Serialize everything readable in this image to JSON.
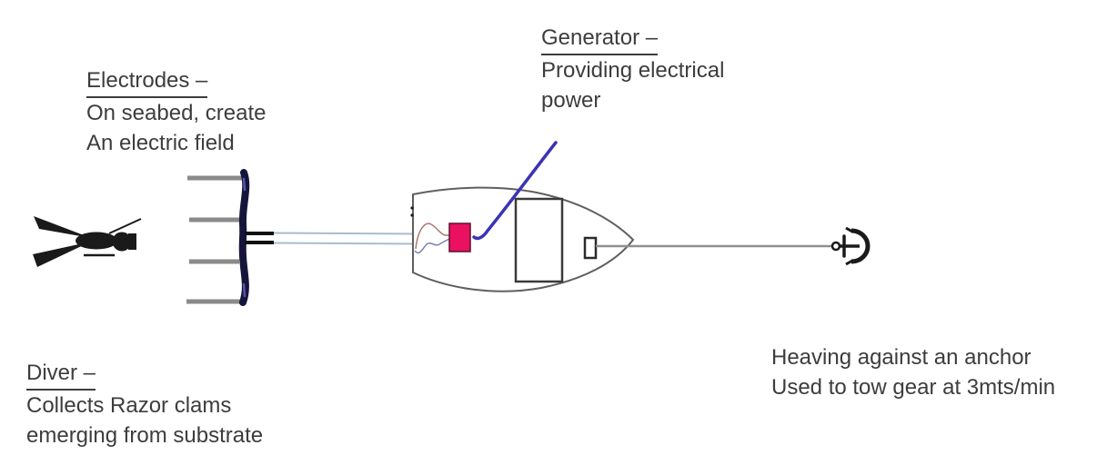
{
  "colors": {
    "text": "#3d3d3d",
    "outline": "#5f5f5f",
    "generator-pink": "#ea1160",
    "arrow-blue": "#3a34b2",
    "electrode-bar": "#15153c",
    "prong-gray": "#8a8a8a",
    "cable-blue": "#a9bccd",
    "rope-gray": "#8f8f8f",
    "wire-brown": "#a87b70",
    "wire-blue": "#7a7fb0",
    "black": "#1a1a1a"
  },
  "icons": {
    "diver": "diver-silhouette-icon",
    "electrodes": "electrode-rake-icon",
    "boat": "boat-top-view-icon",
    "anchor": "anchor-icon",
    "generator": "generator-box-icon"
  },
  "labels": {
    "electrodes": {
      "title": "Electrodes –",
      "line1": "On seabed, create",
      "line2": "An electric field"
    },
    "generator": {
      "title": "Generator –",
      "line1": "Providing electrical",
      "line2": "power"
    },
    "diver": {
      "title": "Diver –",
      "line1": "Collects Razor clams",
      "line2": "emerging from substrate"
    },
    "anchor_note": {
      "line1": "Heaving against an anchor",
      "line2": "Used to tow gear at 3mts/min"
    }
  }
}
